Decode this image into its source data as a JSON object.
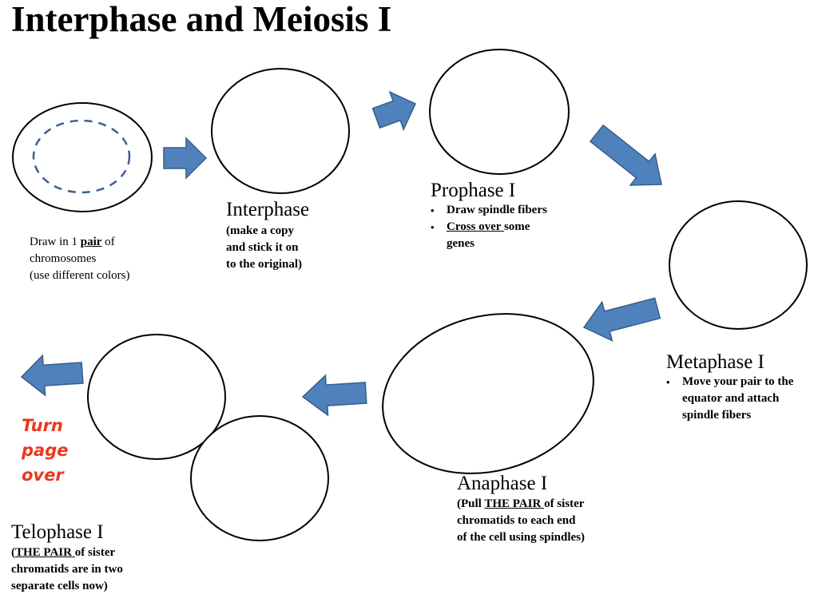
{
  "title": "Interphase and Meiosis I",
  "start": {
    "line1_pre": "Draw in 1 ",
    "line1_emph": "pair",
    "line1_post": " of",
    "line2": "chromosomes",
    "line3": "(use different colors)"
  },
  "interphase": {
    "title": "Interphase",
    "note": [
      "(make a copy",
      "and stick it on",
      "to the original)"
    ]
  },
  "prophase": {
    "title": "Prophase I",
    "bullet1": "Draw spindle fibers",
    "bullet2_emph": "Cross over ",
    "bullet2_post": "some",
    "bullet2_line2": "genes"
  },
  "metaphase": {
    "title": "Metaphase  I",
    "bullet_lines": [
      "Move your pair to the",
      "equator and attach",
      "spindle fibers"
    ]
  },
  "anaphase": {
    "title": "Anaphase I",
    "line1_pre": "(Pull ",
    "line1_emph": "THE PAIR ",
    "line1_post": "of sister",
    "line2": "chromatids to each end",
    "line3": "of the cell using spindles)"
  },
  "telophase": {
    "title": "Telophase I",
    "line1_pre": "(",
    "line1_emph": "THE PAIR ",
    "line1_post": "of sister",
    "line2": "chromatids are in two",
    "line3": "separate cells now)"
  },
  "turn_page": [
    "Turn",
    "page",
    "over"
  ],
  "colors": {
    "arrow_fill": "#4f81bd",
    "arrow_stroke": "#385d8a",
    "nucleus_dash": "#3a5f8f",
    "turn_page": "#e8391d"
  }
}
